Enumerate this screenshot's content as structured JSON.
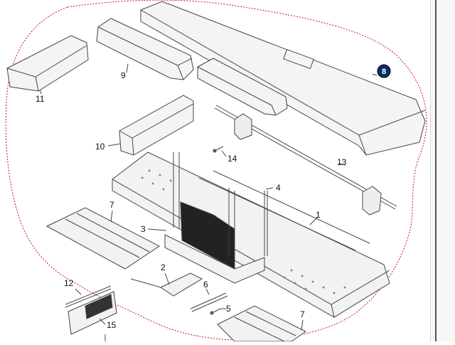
{
  "colors": {
    "outline": "#cc1111",
    "part_fill": "#f2f2f2",
    "part_stroke": "#444444",
    "callout_8_fill": "#0d2a6b",
    "callout_8_text": "#ffffff"
  },
  "labels": {
    "p1": "1",
    "p2": "2",
    "p3": "3",
    "p4": "4",
    "p5": "5",
    "p6": "6",
    "p7a": "7",
    "p7b": "7",
    "p8": "8",
    "p9": "9",
    "p10": "10",
    "p11": "11",
    "p12": "12",
    "p13": "13",
    "p14": "14",
    "p15": "15"
  }
}
